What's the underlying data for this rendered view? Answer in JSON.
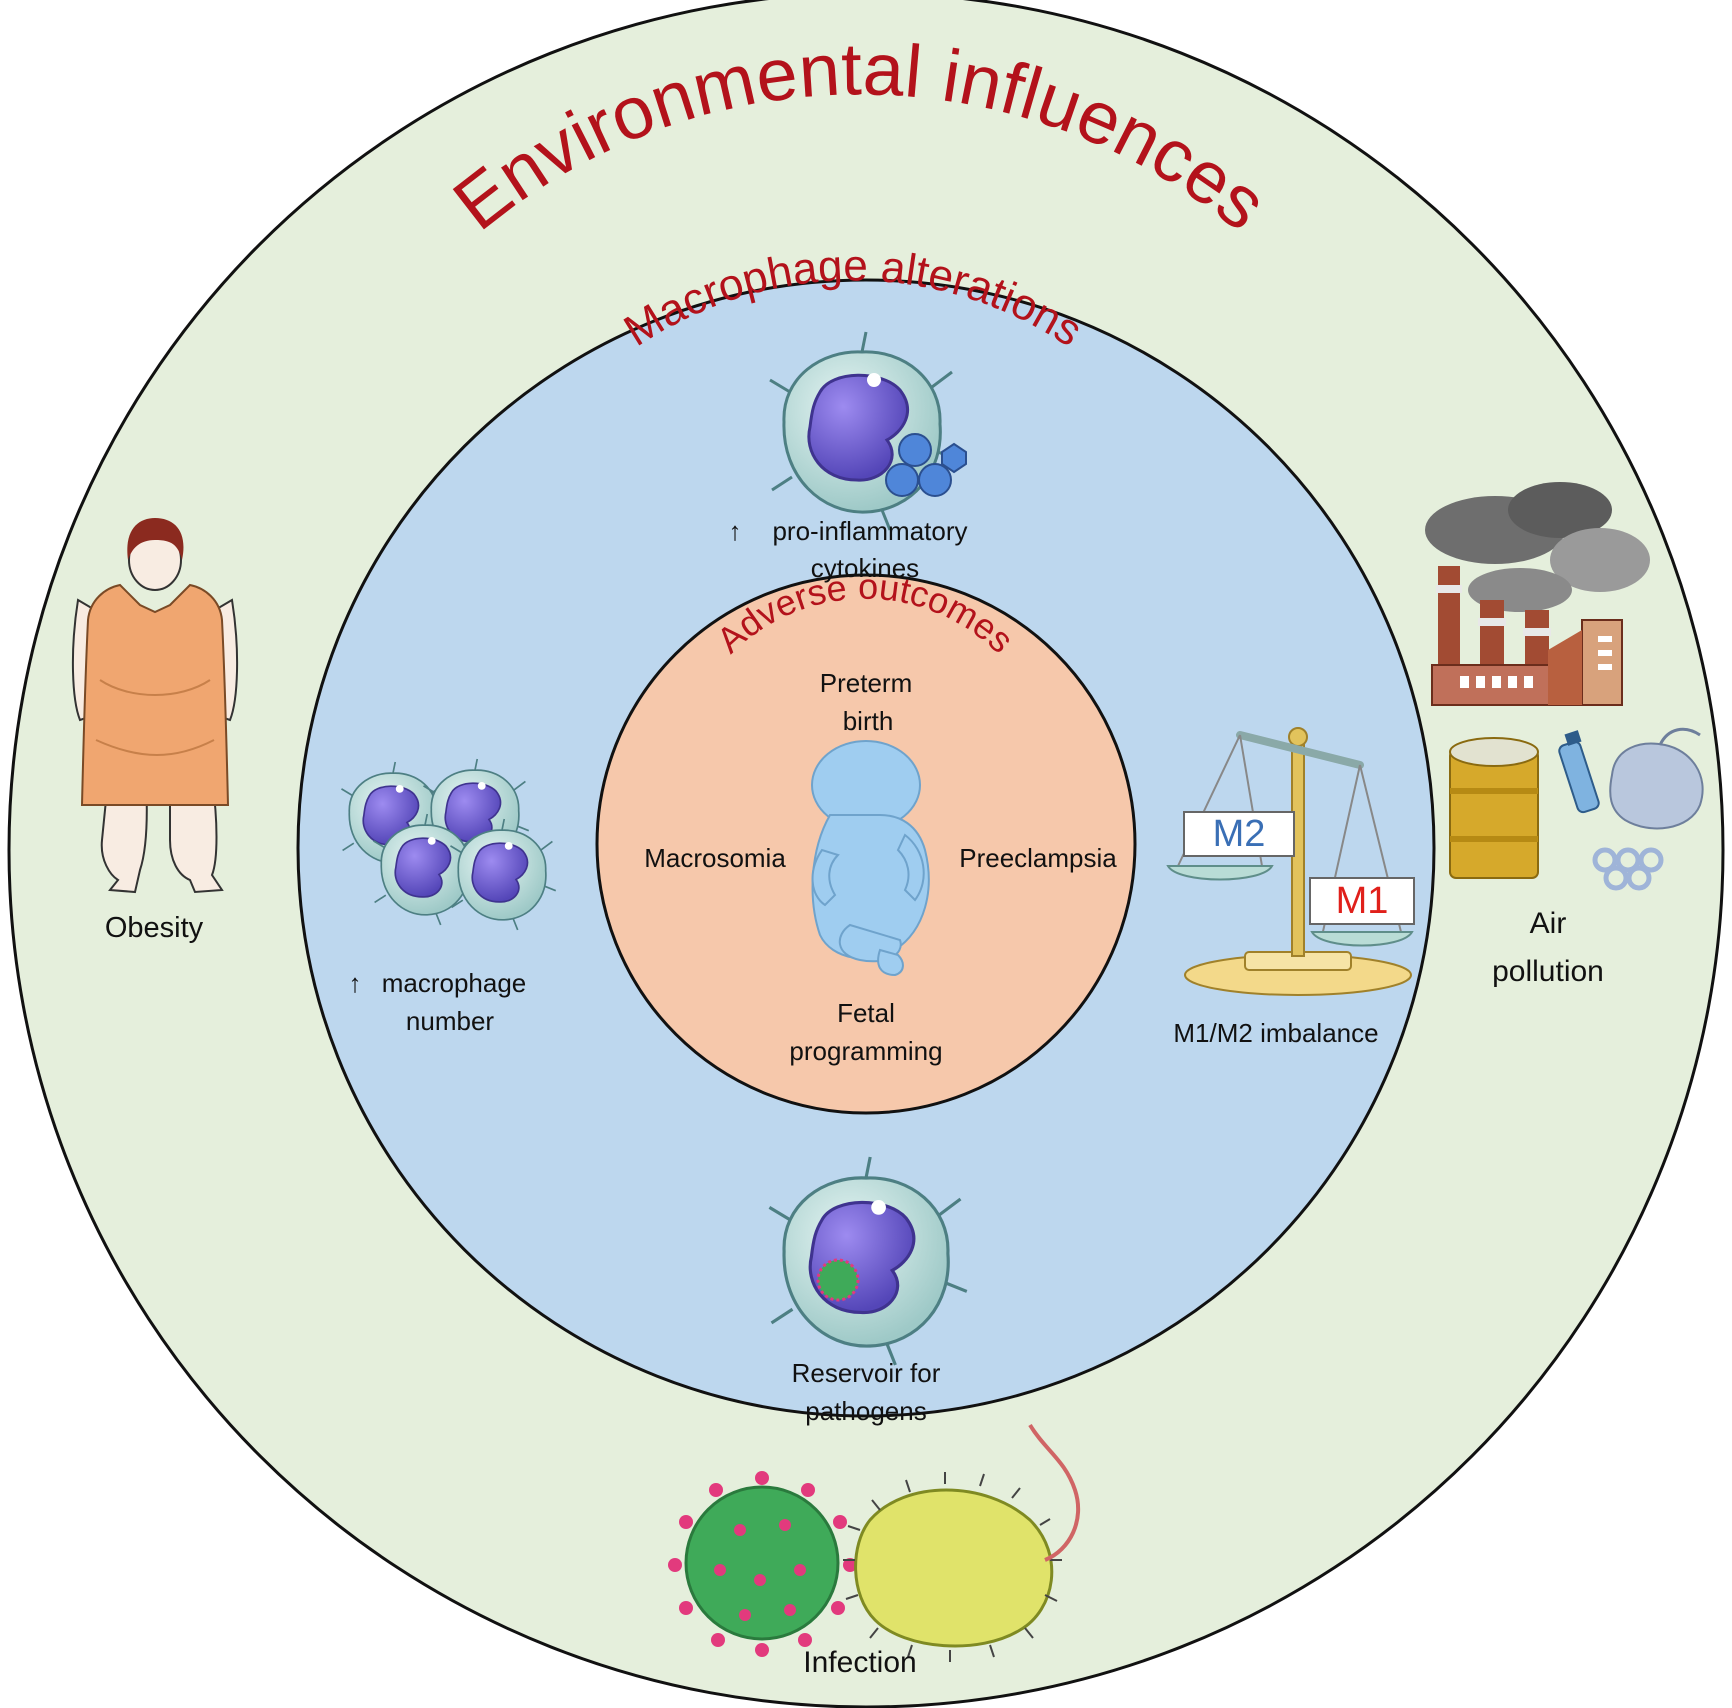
{
  "titles": {
    "outer": "Environmental influences",
    "middle": "Macrophage alterations",
    "inner": "Adverse outcomes"
  },
  "influences": {
    "obesity": "Obesity",
    "air_pollution_line1": "Air",
    "air_pollution_line2": "pollution",
    "infection": "Infection"
  },
  "alterations": {
    "cytokines_line1": "pro-inflammatory",
    "cytokines_line2": "cytokines",
    "macrophage_line1": "macrophage",
    "macrophage_line2": "number",
    "imbalance": "M1/M2 imbalance",
    "m2": "M2",
    "m1": "M1",
    "reservoir_line1": "Reservoir for",
    "reservoir_line2": "pathogens"
  },
  "outcomes": {
    "preterm_line1": "Preterm",
    "preterm_line2": "birth",
    "macrosomia": "Macrosomia",
    "preeclampsia": "Preeclampsia",
    "fetal_line1": "Fetal",
    "fetal_line2": "programming"
  },
  "colors": {
    "outer_ring": "#e5efdc",
    "middle_ring": "#bdd7ee",
    "inner_circle": "#f6c8ab",
    "title_red": "#b3121b",
    "m2_blue": "#3a6fb5",
    "m1_red": "#e0201b"
  }
}
